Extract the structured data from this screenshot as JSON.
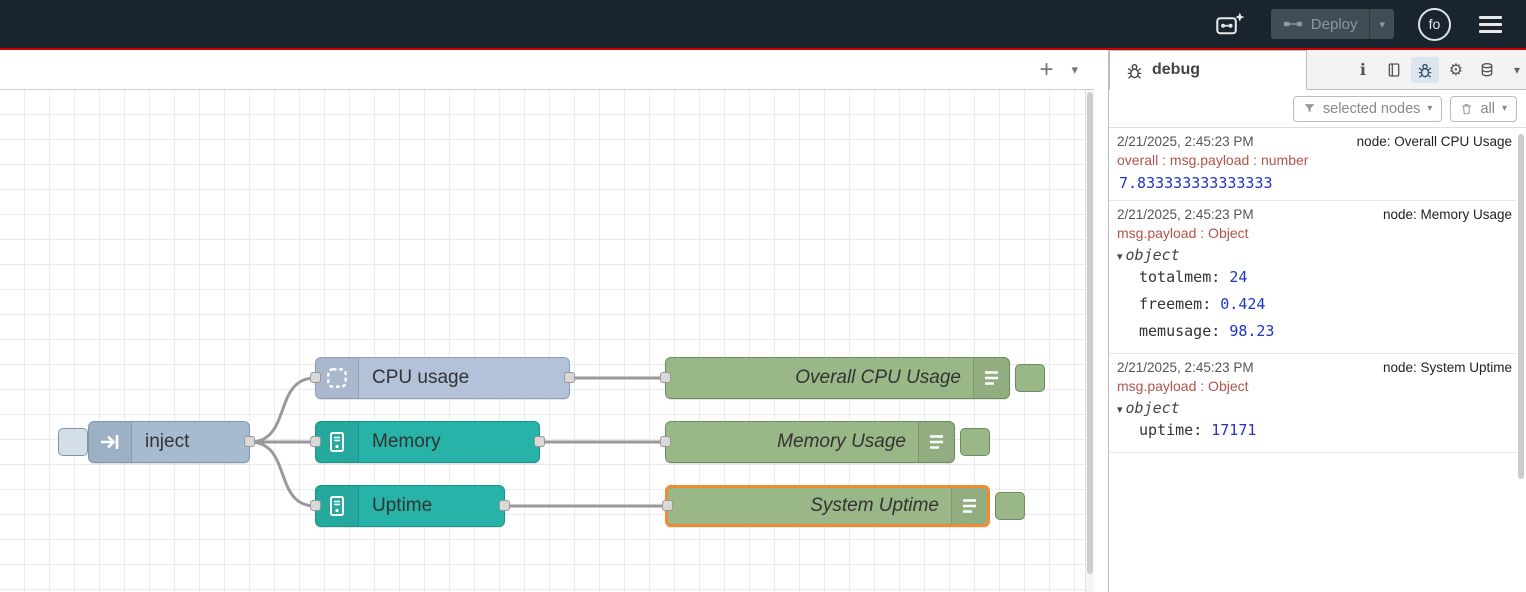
{
  "glyphs": {
    "plus": "+",
    "chevron_down": "▾",
    "tree_caret": "▾",
    "gear": "⚙",
    "info": "ℹ"
  },
  "header": {
    "deploy_label": "Deploy",
    "avatar_initials": "fo"
  },
  "flow": {
    "nodes": [
      {
        "label": "inject"
      },
      {
        "label": "CPU usage"
      },
      {
        "label": "Memory"
      },
      {
        "label": "Uptime"
      },
      {
        "label": "Overall CPU Usage"
      },
      {
        "label": "Memory Usage"
      },
      {
        "label": "System Uptime",
        "selected": true
      }
    ]
  },
  "sidebar": {
    "tab_label": "debug",
    "filter_button": "selected nodes",
    "clear_button": "all",
    "messages": [
      {
        "timestamp": "2/21/2025, 2:45:23 PM",
        "source": "node: Overall CPU Usage",
        "property": "overall : msg.payload : number",
        "value": "7.833333333333333"
      },
      {
        "timestamp": "2/21/2025, 2:45:23 PM",
        "source": "node: Memory Usage",
        "property": "msg.payload : Object",
        "tree": {
          "label": "object",
          "fields": [
            {
              "key": "totalmem",
              "value": "24"
            },
            {
              "key": "freemem",
              "value": "0.424"
            },
            {
              "key": "memusage",
              "value": "98.23"
            }
          ]
        }
      },
      {
        "timestamp": "2/21/2025, 2:45:23 PM",
        "source": "node: System Uptime",
        "property": "msg.payload : Object",
        "tree": {
          "label": "object",
          "fields": [
            {
              "key": "uptime",
              "value": "17171"
            }
          ]
        }
      }
    ]
  },
  "colors": {
    "header_bg": "#19242e",
    "header_accent": "#cc0000",
    "inject_node": "#a6bbcf",
    "cpu_node": "#b3c2d8",
    "os_node": "#27b3a8",
    "debug_node": "#9ab787",
    "selected_border": "#ea8d33",
    "wire": "#999999",
    "debug_value": "#2033c5",
    "debug_property": "#b0544c"
  }
}
